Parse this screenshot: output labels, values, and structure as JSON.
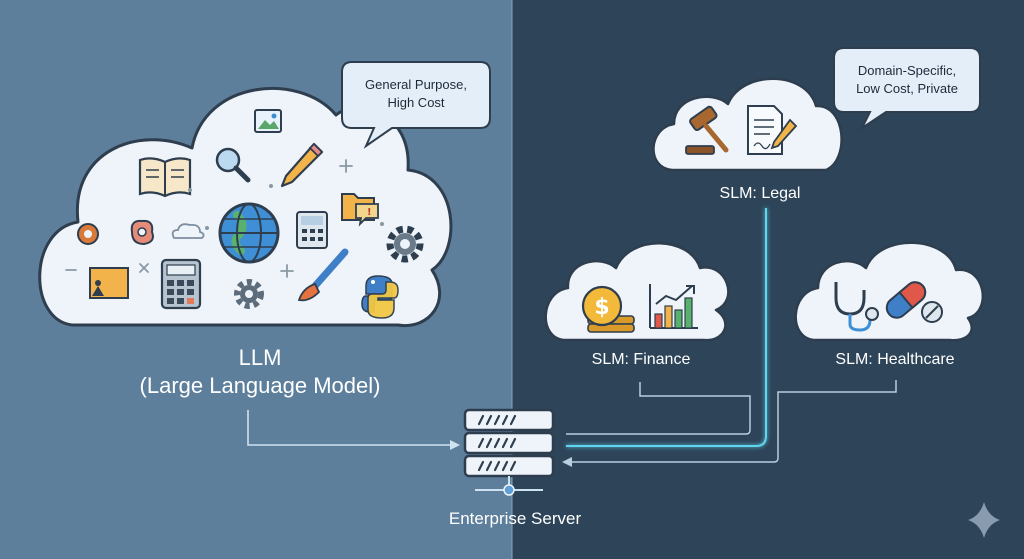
{
  "llm": {
    "title": "LLM",
    "subtitle": "(Large Language Model)",
    "speech": [
      "General Purpose,",
      "High Cost"
    ]
  },
  "slms": [
    {
      "label": "SLM: Legal"
    },
    {
      "label": "SLM: Finance"
    },
    {
      "label": "SLM: Healthcare"
    }
  ],
  "slm_speech": [
    "Domain-Specific,",
    "Low Cost, Private"
  ],
  "server": {
    "label": "Enterprise Server"
  },
  "colors": {
    "left_bg": "#5d7f9c",
    "right_bg": "#2d4459",
    "cloud_fill": "#eef4fa",
    "cloud_stroke": "#2e3e4e",
    "connector": "#cfe2f0",
    "glow": "#5fd6ee"
  },
  "icons": {
    "llm_cloud": [
      "open-book-icon",
      "image-icon",
      "magnifier-icon",
      "pencil-icon",
      "gear-icon",
      "brain-icon",
      "cloud-icon",
      "globe-icon",
      "calculator-icon",
      "folder-chat-icon",
      "settings-gear-icon",
      "sticky-note-icon",
      "calculator-keypad-icon",
      "gear-small-icon",
      "paintbrush-icon",
      "python-logo-icon"
    ],
    "legal": [
      "gavel-icon",
      "document-pen-icon"
    ],
    "finance": [
      "coin-stack-icon",
      "bar-chart-icon"
    ],
    "healthcare": [
      "stethoscope-icon",
      "pill-icon"
    ],
    "server": "server-rack-icon",
    "corner": "sparkle-icon"
  }
}
